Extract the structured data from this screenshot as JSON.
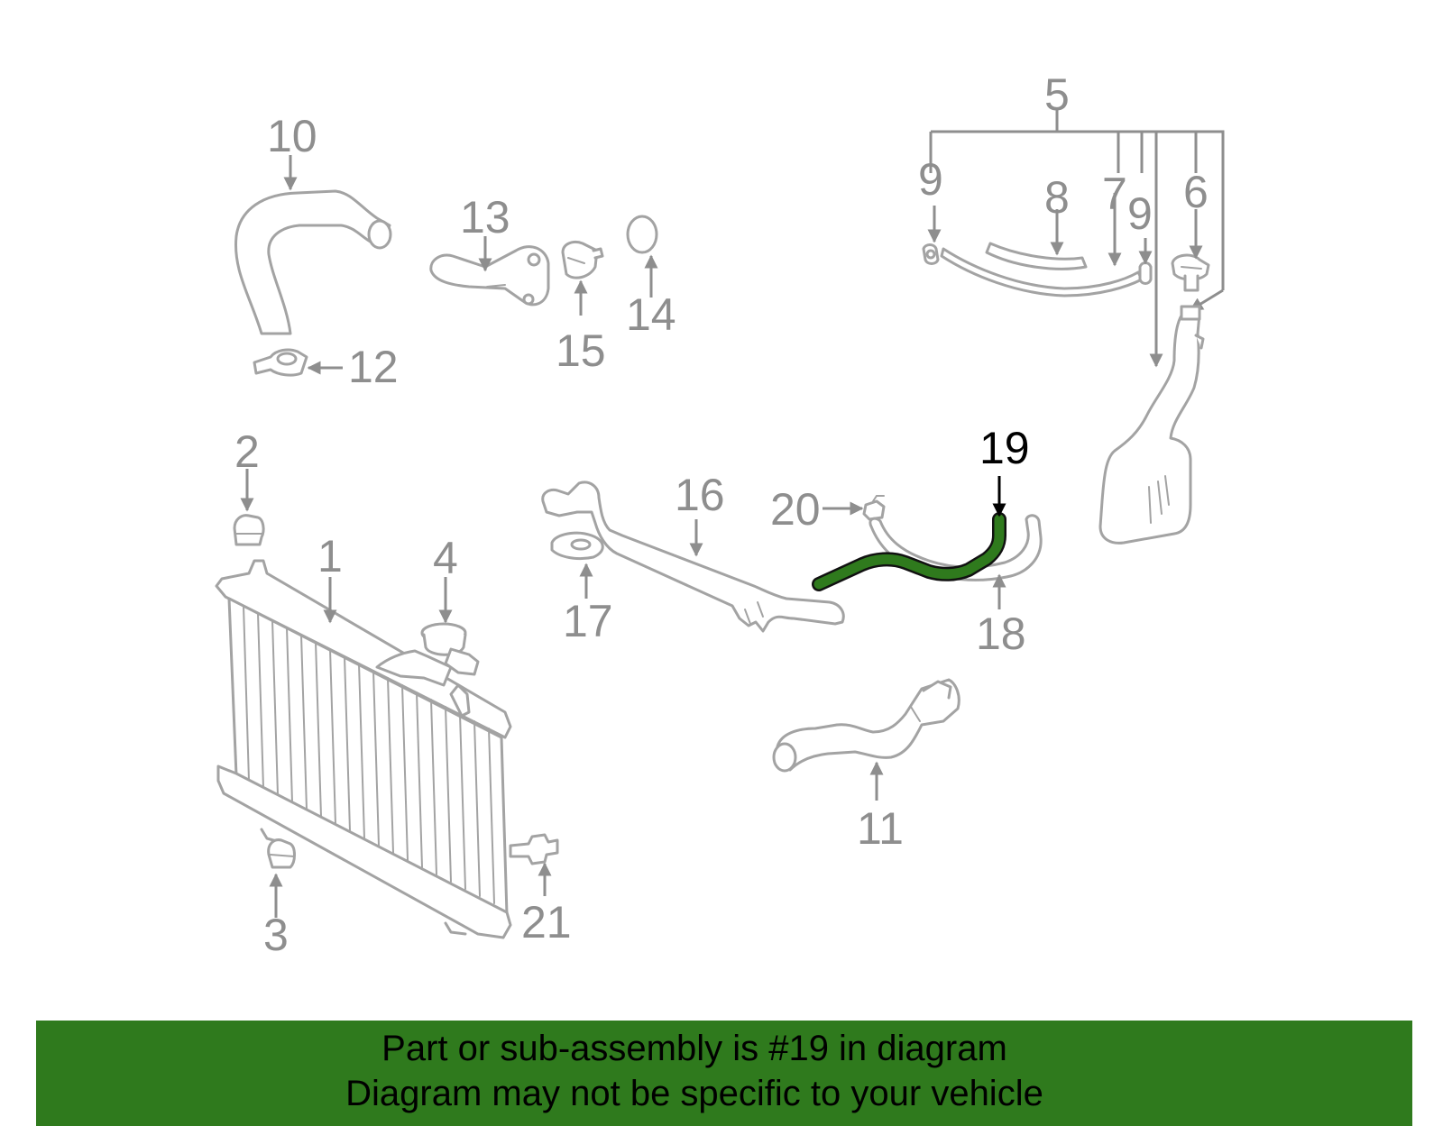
{
  "diagram": {
    "highlight_color": "#2f7a1d",
    "part_color": "#a3a3a3",
    "label_color": "#8e8e8e",
    "highlight_label_color": "#000000",
    "callouts": {
      "c1": "1",
      "c2": "2",
      "c3": "3",
      "c4": "4",
      "c5": "5",
      "c6": "6",
      "c7": "7",
      "c8": "8",
      "c9a": "9",
      "c9b": "9",
      "c10": "10",
      "c11": "11",
      "c12": "12",
      "c13": "13",
      "c14": "14",
      "c15": "15",
      "c16": "16",
      "c17": "17",
      "c18": "18",
      "c19": "19",
      "c20": "20",
      "c21": "21"
    },
    "highlighted_part": "19"
  },
  "banner": {
    "background": "#2f7a1d",
    "line1": "Part or sub-assembly is #19 in diagram",
    "line2": "Diagram may not be specific to your vehicle"
  }
}
